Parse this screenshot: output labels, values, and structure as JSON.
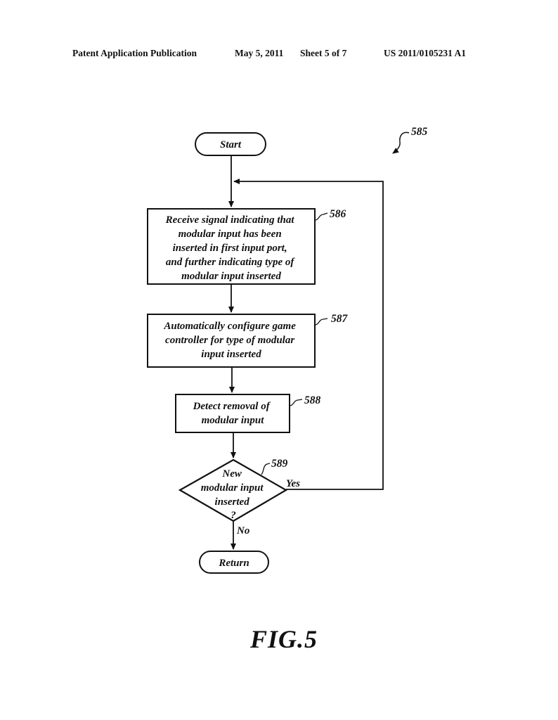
{
  "header": {
    "publication": "Patent Application Publication",
    "date": "May 5, 2011",
    "sheet": "Sheet 5 of 7",
    "number": "US 2011/0105231 A1"
  },
  "figure": {
    "label": "FIG.5",
    "ref": "585"
  },
  "flowchart": {
    "start": "Start",
    "end": "Return",
    "steps": [
      {
        "ref": "586",
        "lines": [
          "Receive signal indicating that",
          "modular input has been",
          "inserted in first input port,",
          "and further indicating type of",
          "modular input inserted"
        ]
      },
      {
        "ref": "587",
        "lines": [
          "Automatically configure game",
          "controller for type of modular",
          "input inserted"
        ]
      },
      {
        "ref": "588",
        "lines": [
          "Detect removal of",
          "modular input"
        ]
      }
    ],
    "decision": {
      "ref": "589",
      "lines": [
        "New",
        "modular input",
        "inserted",
        "?"
      ],
      "yes": "Yes",
      "no": "No"
    }
  }
}
